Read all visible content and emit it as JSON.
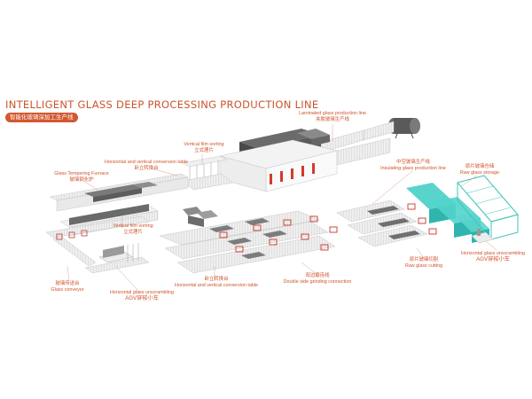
{
  "title": "INTELLIGENT GLASS DEEP PROCESSING PRODUCTION LINE",
  "subtitle": "智能化玻璃深加工生产线",
  "colors": {
    "accent": "#d0532c",
    "machine_dark": "#5c5c5c",
    "conveyor": "#e6e6e6",
    "storage": "#3cc8c0",
    "red_roller": "#c8372d"
  },
  "labels": {
    "laminated": {
      "en": "Laminated glass production line",
      "cn": "夹胶玻璃生产线"
    },
    "vertical_film_top": {
      "en": "Vertical film sorting",
      "cn": "立式理片"
    },
    "hv_conversion_top": {
      "en": "Horizontal and vertical conversion table",
      "cn": "卧立转换台"
    },
    "tempering": {
      "en": "Glass Tempering Furnace",
      "cn": "玻璃钢化炉"
    },
    "insulating": {
      "cn": "中空玻璃生产线",
      "en": "Insulating glass production line"
    },
    "raw_storage": {
      "cn": "原片玻璃仓储",
      "en": "Raw glass storage"
    },
    "vertical_film_mid": {
      "en": "Vertical film sorting",
      "cn": "立式理片"
    },
    "conveyor": {
      "cn": "玻璃传送台",
      "en": "Glass conveyor"
    },
    "agv_left": {
      "en": "Horizontal glass unscrambling",
      "cn": "AGV穿梭小车"
    },
    "hv_conversion_bottom": {
      "cn": "卧立转换台",
      "en": "Horizontal and vertical conversion table"
    },
    "double_edge": {
      "cn": "双边磨连线",
      "en": "Double side grinding connection"
    },
    "raw_cutting": {
      "cn": "原片玻璃切割",
      "en": "Raw glass cutting"
    },
    "agv_right": {
      "en": "Horizontal glass unscrambling",
      "cn": "AGV穿梭小车"
    }
  }
}
